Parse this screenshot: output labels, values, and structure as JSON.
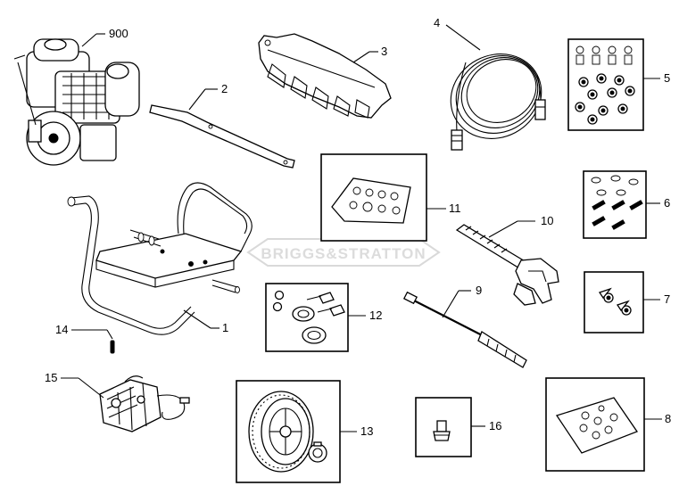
{
  "watermark": {
    "text": "BRIGGS&STRATTON"
  },
  "callouts": {
    "p900": "900",
    "p1": "1",
    "p2": "2",
    "p3": "3",
    "p4": "4",
    "p5": "5",
    "p6": "6",
    "p7": "7",
    "p8": "8",
    "p9": "9",
    "p10": "10",
    "p11": "11",
    "p12": "12",
    "p13": "13",
    "p14": "14",
    "p15": "15",
    "p16": "16"
  }
}
